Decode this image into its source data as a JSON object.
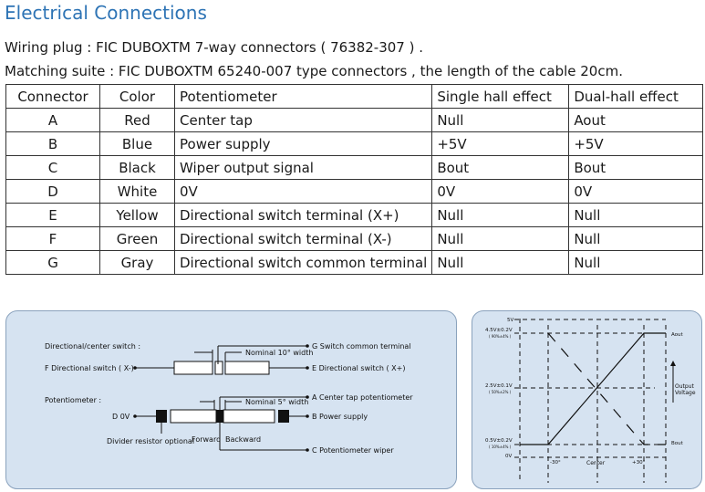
{
  "heading": "Electrical Connections",
  "wiring_plug": "Wiring plug : FIC DUBOXTM 7-way connectors ( 76382-307 ) .",
  "matching_suite": "Matching suite : FIC DUBOXTM 65240-007 type connectors , the length of the cable 20cm.",
  "table": {
    "headers": [
      "Connector",
      "Color",
      "Potentiometer",
      "Single hall effect",
      "Dual-hall effect"
    ],
    "rows": [
      [
        "A",
        "Red",
        "Center tap",
        "Null",
        "Aout"
      ],
      [
        "B",
        "Blue",
        "Power supply",
        "+5V",
        "+5V"
      ],
      [
        "C",
        "Black",
        "Wiper output signal",
        "Bout",
        "Bout"
      ],
      [
        "D",
        "White",
        "0V",
        "0V",
        "0V"
      ],
      [
        "E",
        "Yellow",
        "Directional switch terminal (X+)",
        "Null",
        "Null"
      ],
      [
        "F",
        "Green",
        "Directional switch terminal (X-)",
        "Null",
        "Null"
      ],
      [
        "G",
        "Gray",
        "Directional switch common terminal",
        "Null",
        "Null"
      ]
    ]
  },
  "wiring_diagram": {
    "switch_label": "Directional/center switch :",
    "f_label": "F  Directional switch ( X-)",
    "nominal_10": "Nominal 10° width",
    "g_label": "G  Switch common terminal",
    "e_label": "E  Directional switch ( X+)",
    "pot_label": "Potentiometer :",
    "d_label": "D  0V",
    "nominal_5": "Nominal 5°  width",
    "a_label": "A  Center tap potentiometer",
    "b_label": "B  Power supply",
    "c_label": "C  Potentiometer wiper",
    "divider": "Divider resistor optional",
    "forward": "Forward",
    "backward": "Backward"
  },
  "output_chart": {
    "v5": "5V",
    "v45": "4.5V±0.2V",
    "v45_sub": "( 90%±4% )",
    "v25": "2.5V±0.1V",
    "v25_sub": "( 50%±2% )",
    "v05": "0.5V±0.2V",
    "v05_sub": "( 10%±4% )",
    "v0": "0V",
    "aout": "Aout",
    "bout": "Bout",
    "output_label_1": "Output",
    "output_label_2": "Voltage",
    "x_left": "-30°",
    "x_center": "Center",
    "x_right": "+30°"
  }
}
